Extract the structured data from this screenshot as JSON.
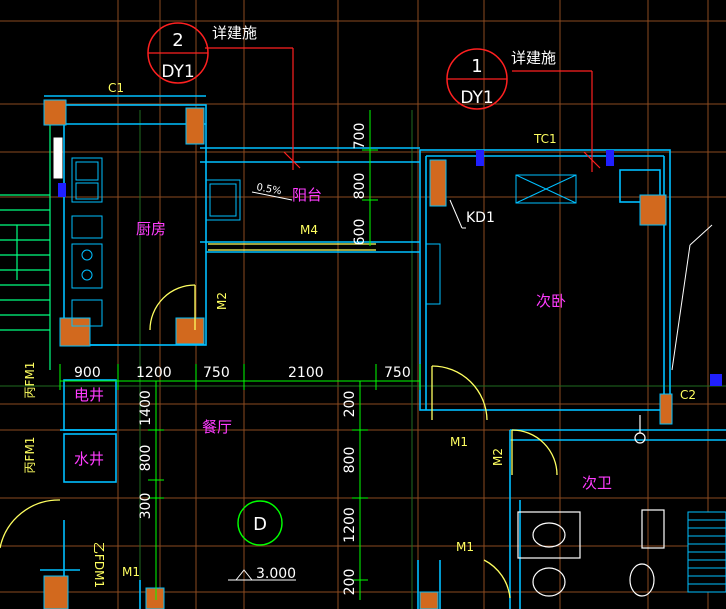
{
  "callouts": {
    "detail2": {
      "number": "2",
      "sheet": "DY1",
      "note": "详建施"
    },
    "detail1": {
      "number": "1",
      "sheet": "DY1",
      "note": "详建施"
    }
  },
  "window_tags": {
    "c1": "C1",
    "tc1": "TC1",
    "c2": "C2"
  },
  "door_tags": {
    "m4": "M4",
    "m2_top": "M2",
    "m1_mid": "M1",
    "m2_mid": "M2",
    "m1_low": "M1",
    "m1_bottom": "M1",
    "fdm1": "乙FDM1"
  },
  "door_tags_extra": {
    "fm1_a": "丙FM1",
    "fm1_b": "丙FM1"
  },
  "equipment_tags": {
    "kd1": "KD1"
  },
  "rooms": {
    "kitchen": "厨房",
    "balcony": "阳台",
    "second_bedroom": "次卧",
    "electric_shaft": "电井",
    "water_shaft": "水井",
    "dining": "餐厅",
    "second_bath": "次卫"
  },
  "slope_note": "0.5%",
  "level_mark": "3.000",
  "axis_label": "D",
  "dimensions": {
    "horizontal": [
      "900",
      "1200",
      "750",
      "2100",
      "750"
    ],
    "vertical_left": [
      "1400",
      "800",
      "300"
    ],
    "vertical_right": [
      "200",
      "800",
      "1200",
      "200"
    ],
    "vertical_top": [
      "700",
      "800",
      "600"
    ]
  },
  "colors": {
    "background": "#000000",
    "wall": "#00bfff",
    "column": "#d2691e",
    "dimension": "#00ff00",
    "room_text": "#ff3cff",
    "callout": "#ff2020",
    "grid": "#a05a2c",
    "tag": "#ffff60",
    "white": "#ffffff"
  }
}
